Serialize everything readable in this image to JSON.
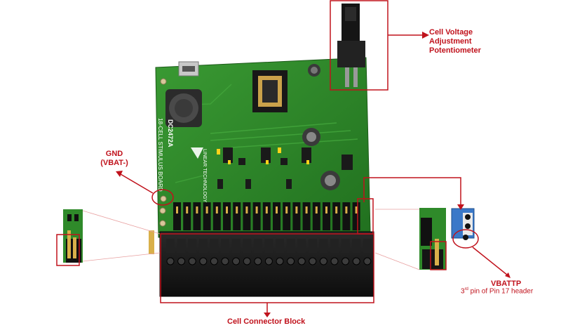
{
  "annotations": {
    "potentiometer": [
      "Cell Voltage",
      "Adjustment",
      "Potentiometer"
    ],
    "gnd": [
      "GND",
      "(VBAT-)"
    ],
    "vbattp_title": "VBATTP",
    "vbattp_note_prefix": "3",
    "vbattp_note_sup": "rd",
    "vbattp_note_rest": " pin of Pin 17 header",
    "connector_block": "Cell Connector Block"
  },
  "silkscreen": {
    "board_name": "DC2472A",
    "board_desc": "18-CELL STIMULUS BOARD",
    "maker": "LINEAR TECHNOLOGY"
  },
  "colors": {
    "annotation_red": "#c0121c",
    "pcb_green": "#2f8a2a",
    "connector_black": "#1a1a1a"
  }
}
